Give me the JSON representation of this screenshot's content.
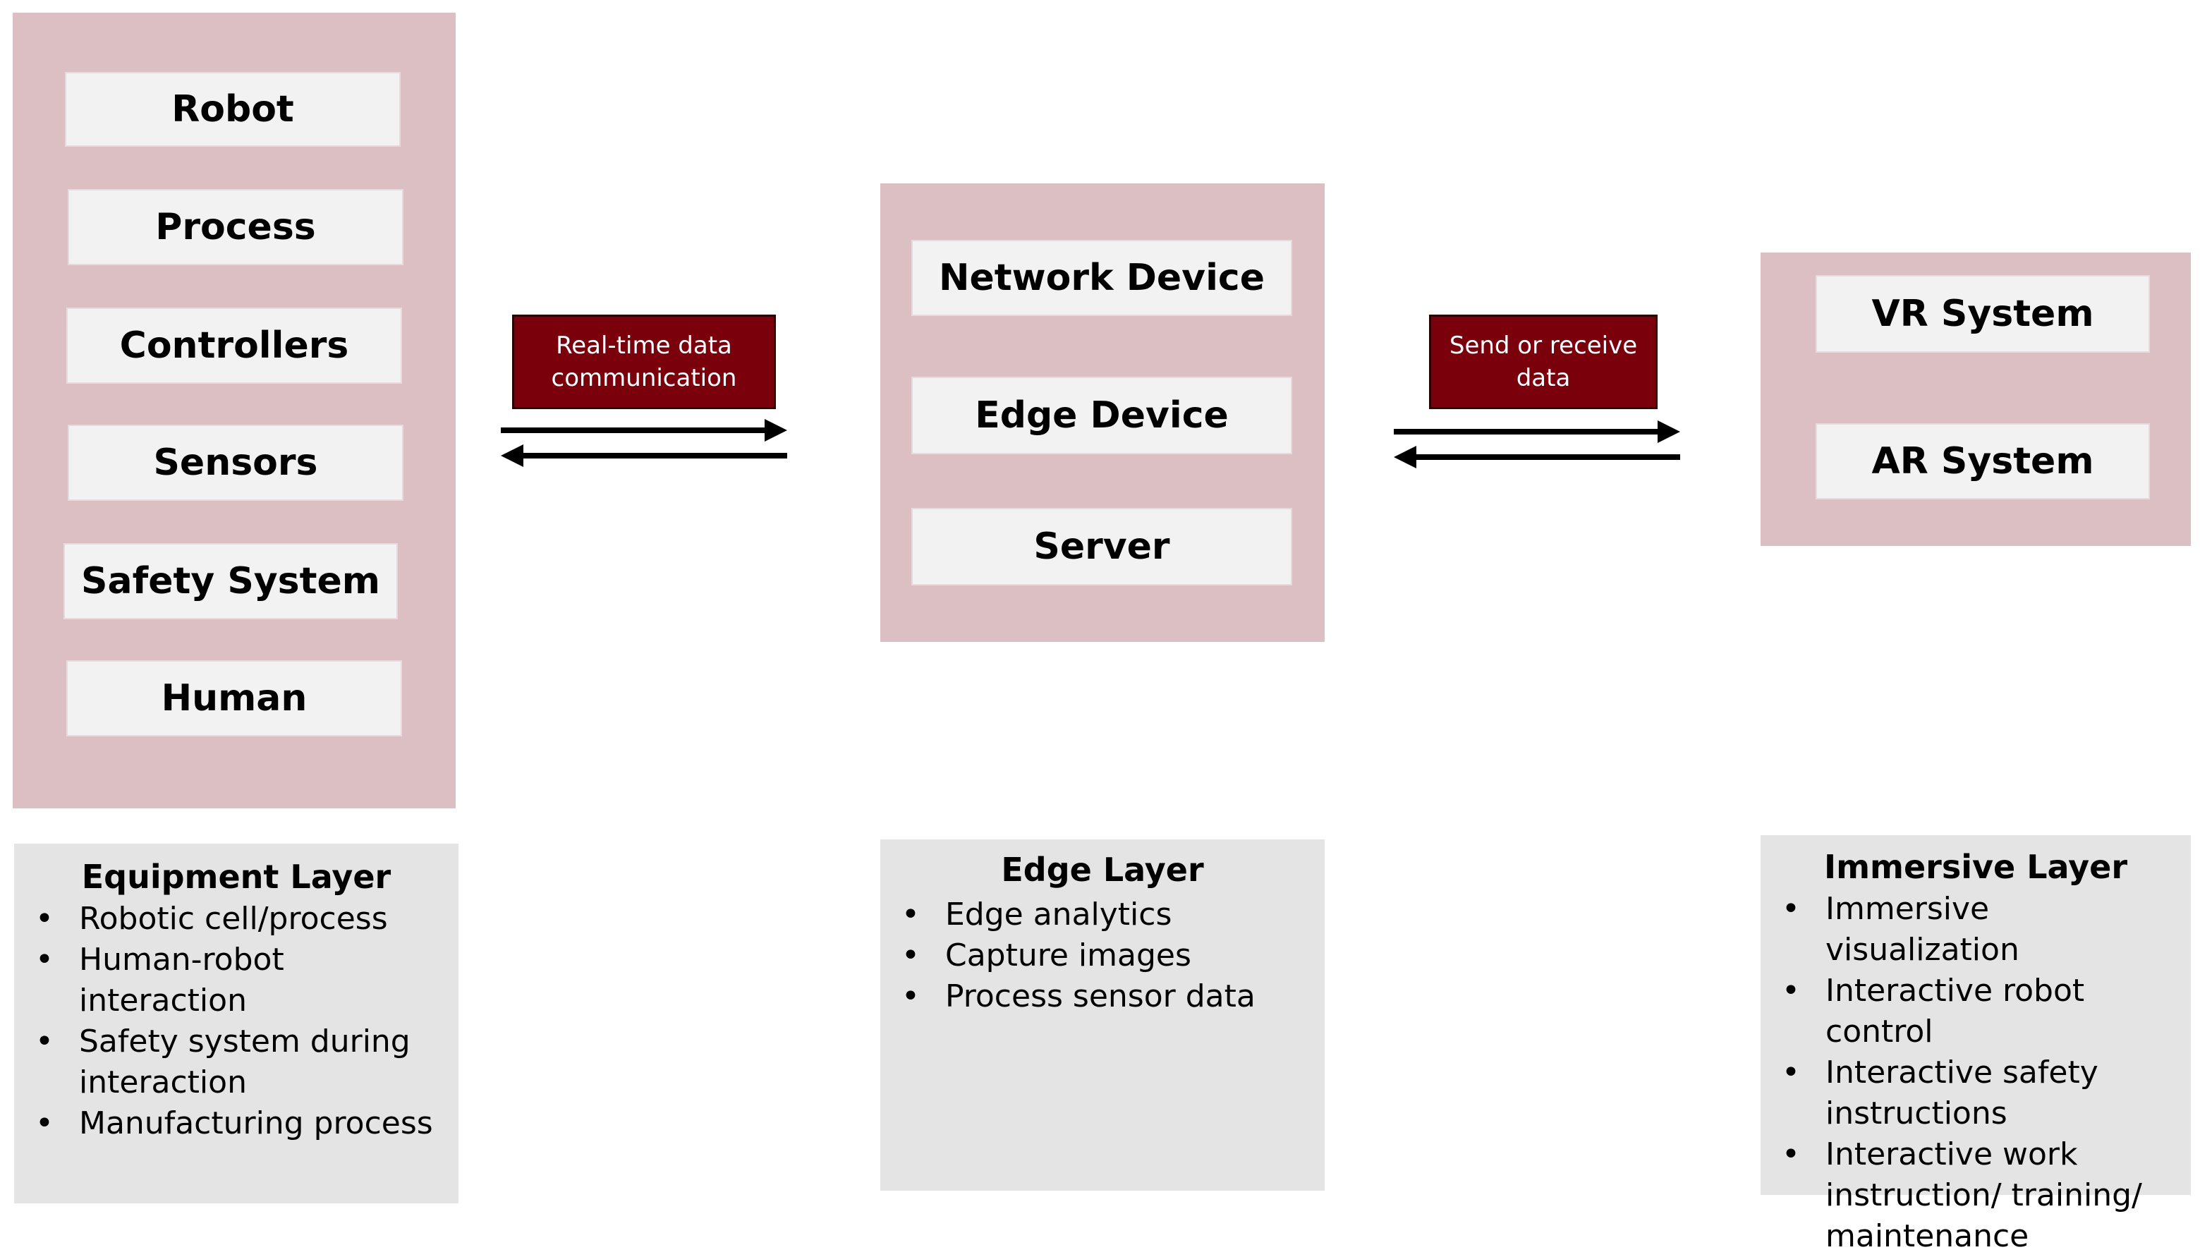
{
  "equipment": {
    "components": [
      "Robot",
      "Process",
      "Controllers",
      "Sensors",
      "Safety System",
      "Human"
    ],
    "title": "Equipment Layer",
    "bullets": [
      "Robotic cell/process",
      "Human-robot interaction",
      "Safety system during interaction",
      "Manufacturing process"
    ]
  },
  "edge": {
    "components": [
      "Network Device",
      "Edge Device",
      "Server"
    ],
    "title": "Edge Layer",
    "bullets": [
      "Edge analytics",
      "Capture images",
      "Process sensor data"
    ]
  },
  "immersive": {
    "components": [
      "VR System",
      "AR System"
    ],
    "title": "Immersive Layer",
    "bullets": [
      "Immersive visualization",
      "Interactive robot control",
      "Interactive safety instructions",
      "Interactive work instruction/ training/ maintenance"
    ]
  },
  "connections": {
    "left_label_line1": "Real-time data",
    "left_label_line2": "communication",
    "right_label_line1": "Send or receive",
    "right_label_line2": "data"
  },
  "colors": {
    "panel": "#dbbfc3",
    "component_box": "#f2f2f2",
    "info_box": "#e4e4e4",
    "label_box": "#7a000c"
  }
}
